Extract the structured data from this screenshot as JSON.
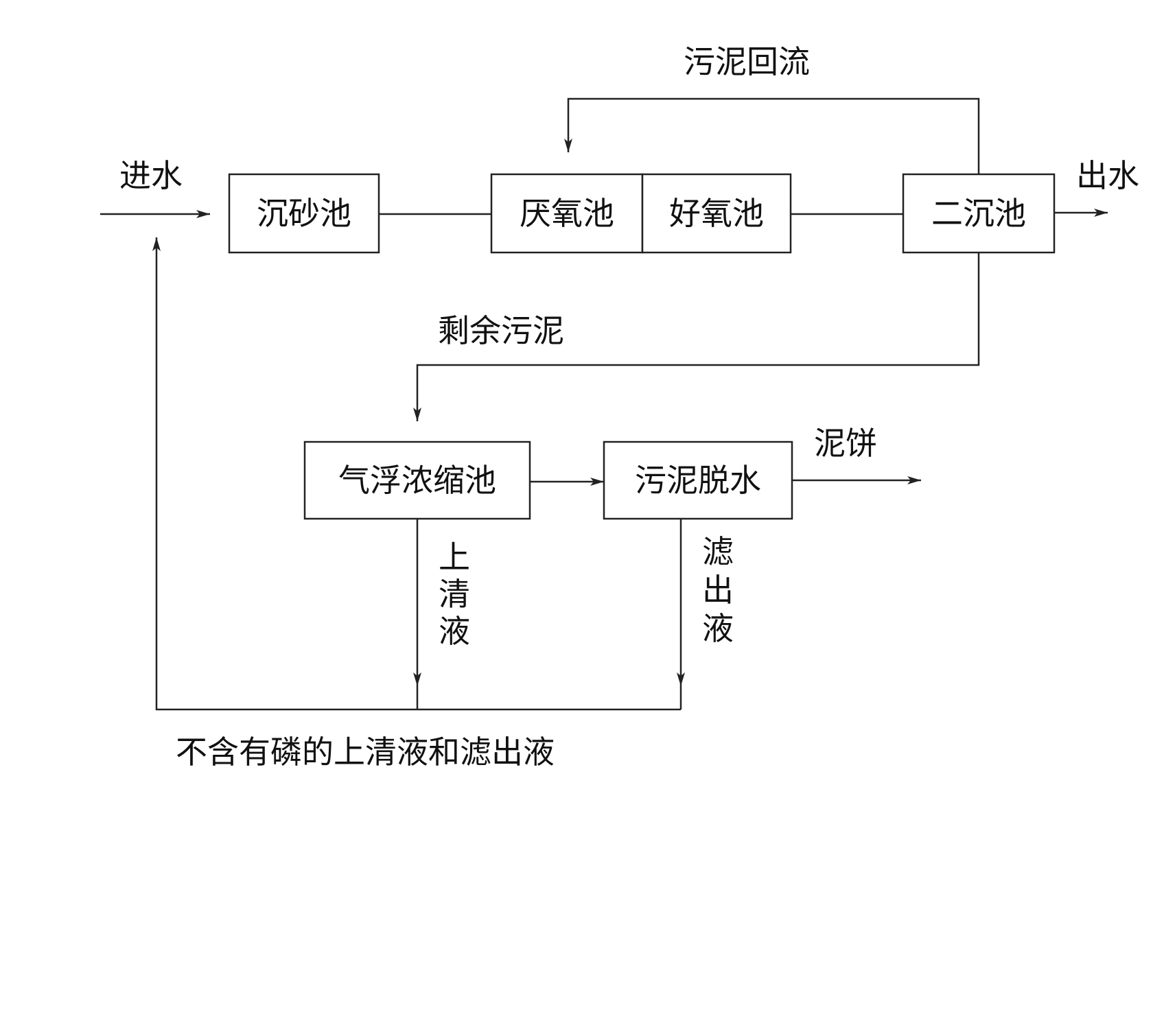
{
  "boxes": {
    "grit": "沉砂池",
    "anaerobic": "厌氧池",
    "aerobic": "好氧池",
    "secondary": "二沉池",
    "flotation": "气浮浓缩池",
    "dewater": "污泥脱水"
  },
  "labels": {
    "inlet": "进水",
    "outlet": "出水",
    "return_sludge": "污泥回流",
    "excess_sludge": "剩余污泥",
    "sludge_cake": "泥饼",
    "supernatant": [
      "上",
      "清",
      "液"
    ],
    "filtrate": [
      "滤",
      "出",
      "液"
    ],
    "bottom": "不含有磷的上清液和滤出液"
  }
}
